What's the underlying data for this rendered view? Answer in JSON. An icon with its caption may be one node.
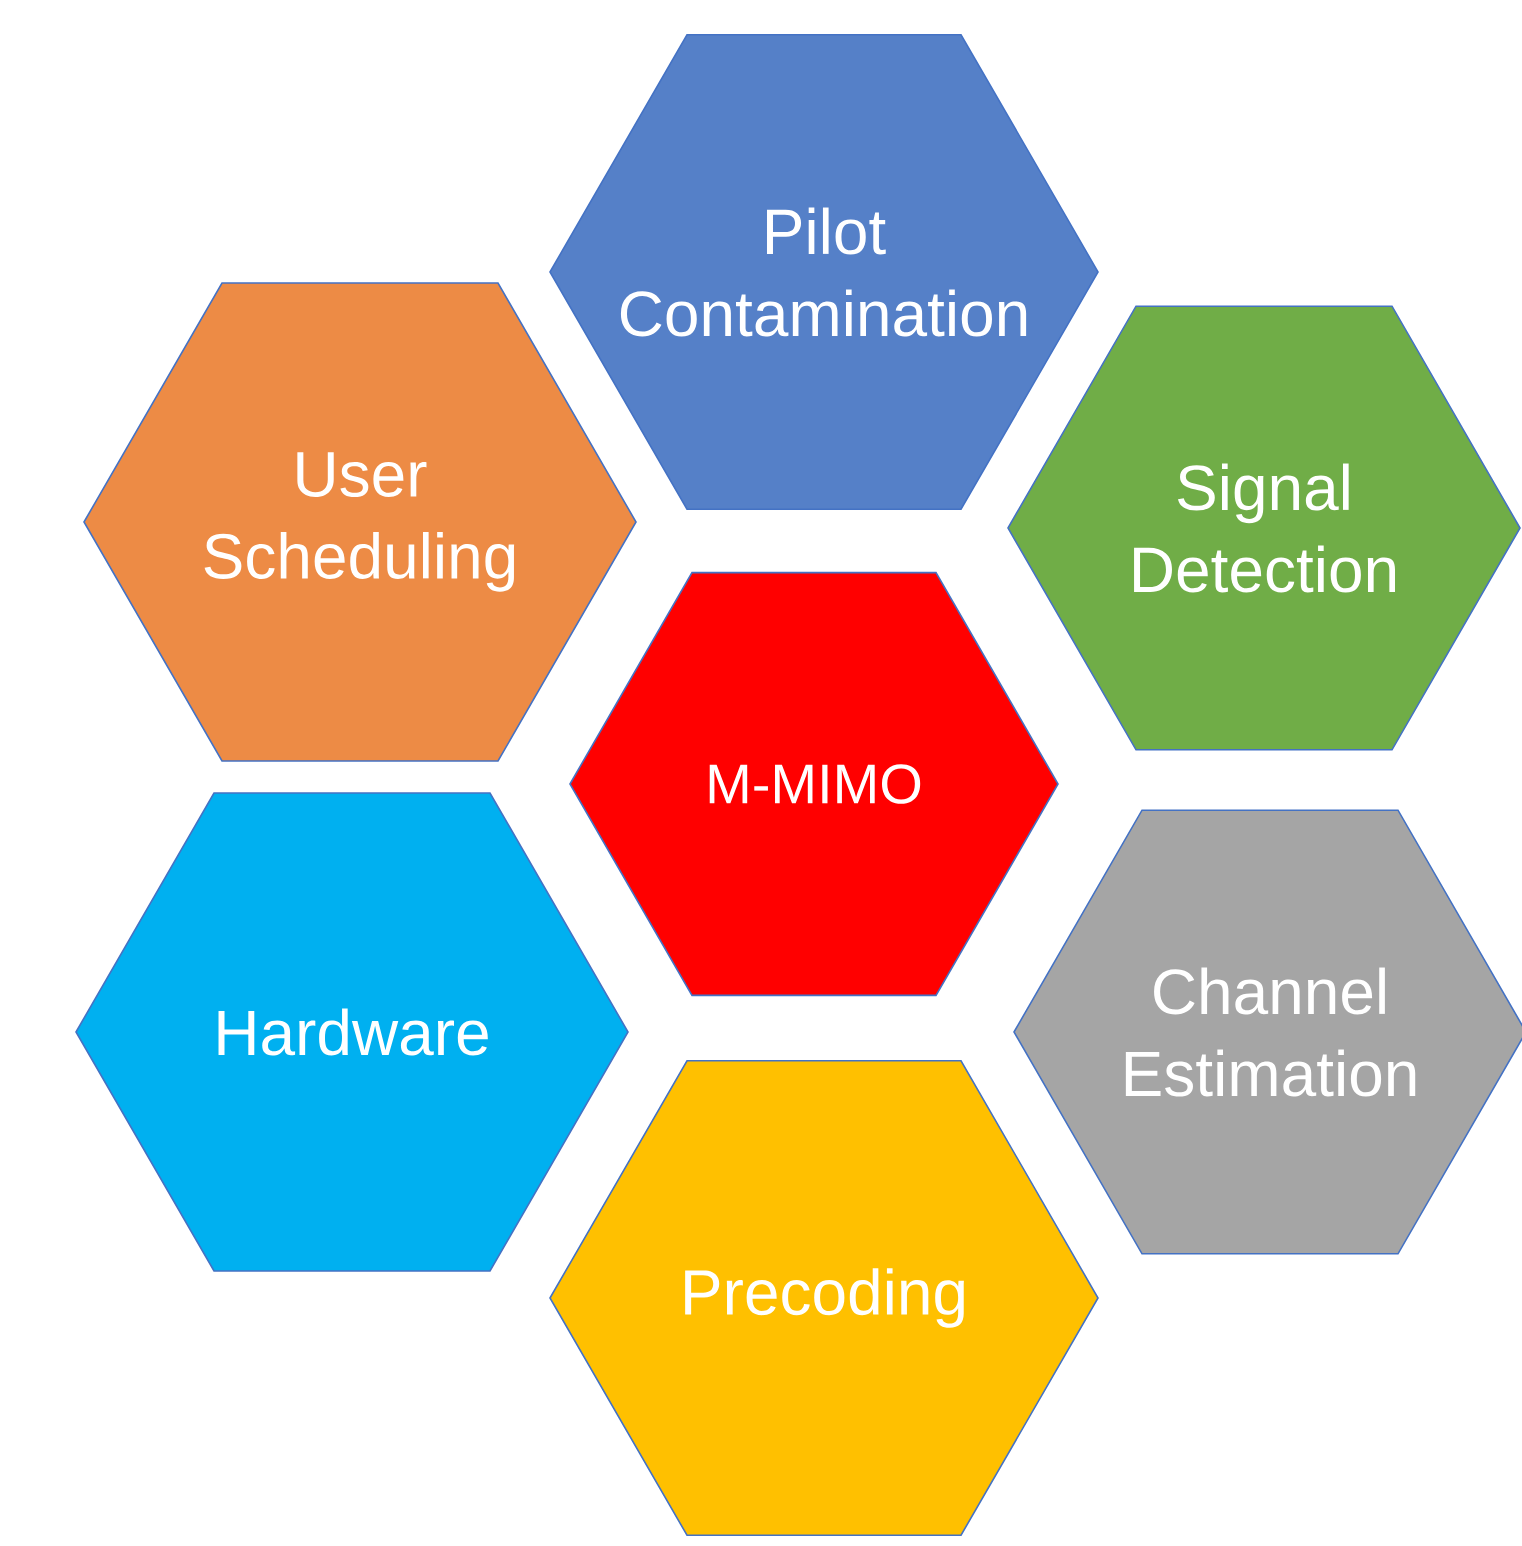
{
  "diagram": {
    "nodes": [
      {
        "text": [
          "M-MIMO"
        ]
      },
      {
        "text": [
          "Pilot Contamination"
        ]
      },
      {
        "text": [
          "Signal Detection"
        ]
      },
      {
        "text": [
          "Channel Estimation"
        ]
      },
      {
        "text": [
          "Precoding"
        ]
      },
      {
        "text": [
          "Hardware"
        ]
      },
      {
        "text": [
          "User Scheduling"
        ]
      }
    ]
  }
}
